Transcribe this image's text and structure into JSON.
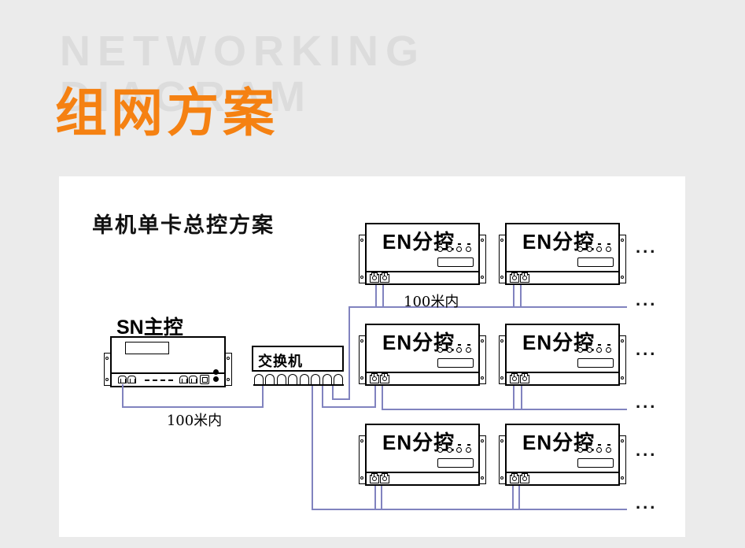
{
  "header": {
    "watermark_line1": "NETWORKING",
    "watermark_line2": "DIAGRAM",
    "title": "组网方案"
  },
  "panel": {
    "subtitle": "单机单卡总控方案"
  },
  "devices": {
    "master_label": "SN主控",
    "switch_label": "交换机",
    "controller_label": "EN分控"
  },
  "annotations": {
    "distance_label_master": "100米内",
    "distance_label_row1": "100米内",
    "ellipsis": "..."
  },
  "colors": {
    "accent_orange": "#f58112",
    "wire_purple": "#8183bf",
    "watermark_gray": "#dcdcdc",
    "background_gray": "#ebebeb",
    "panel_white": "#ffffff",
    "line_black": "#000000"
  }
}
